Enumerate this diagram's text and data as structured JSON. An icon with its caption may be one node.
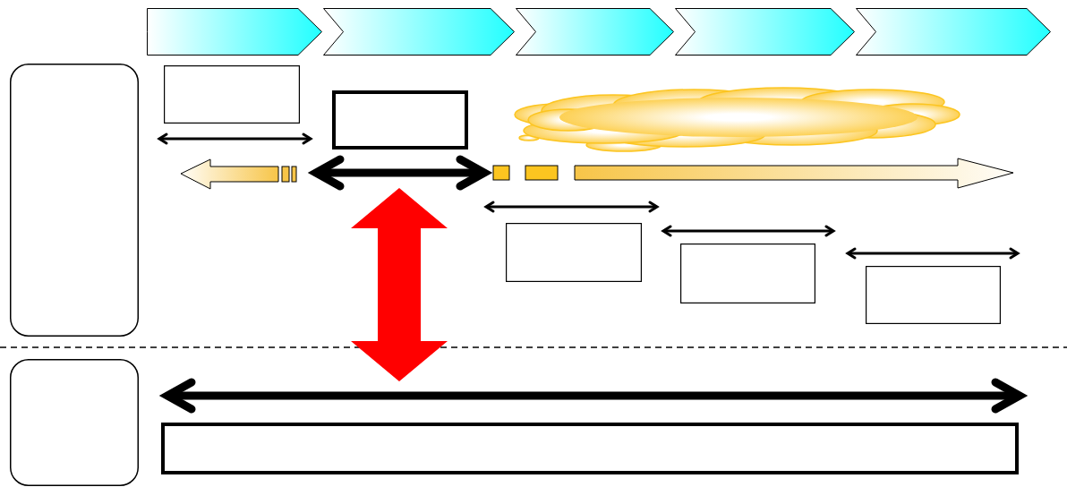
{
  "diagram": {
    "nodes": [
      {
        "text": [],
        "shape": "chevron"
      },
      {
        "text": [],
        "shape": "chevron"
      },
      {
        "text": [],
        "shape": "chevron"
      },
      {
        "text": [],
        "shape": "chevron"
      },
      {
        "text": [],
        "shape": "chevron"
      },
      {
        "text": [],
        "shape": "box"
      },
      {
        "text": [],
        "shape": "box"
      },
      {
        "text": [],
        "shape": "box"
      },
      {
        "text": [],
        "shape": "cloud"
      },
      {
        "text": [],
        "shape": "box"
      },
      {
        "text": [],
        "shape": "box"
      },
      {
        "text": [],
        "shape": "box"
      },
      {
        "text": [],
        "shape": "box"
      },
      {
        "text": [],
        "shape": "box"
      }
    ]
  }
}
